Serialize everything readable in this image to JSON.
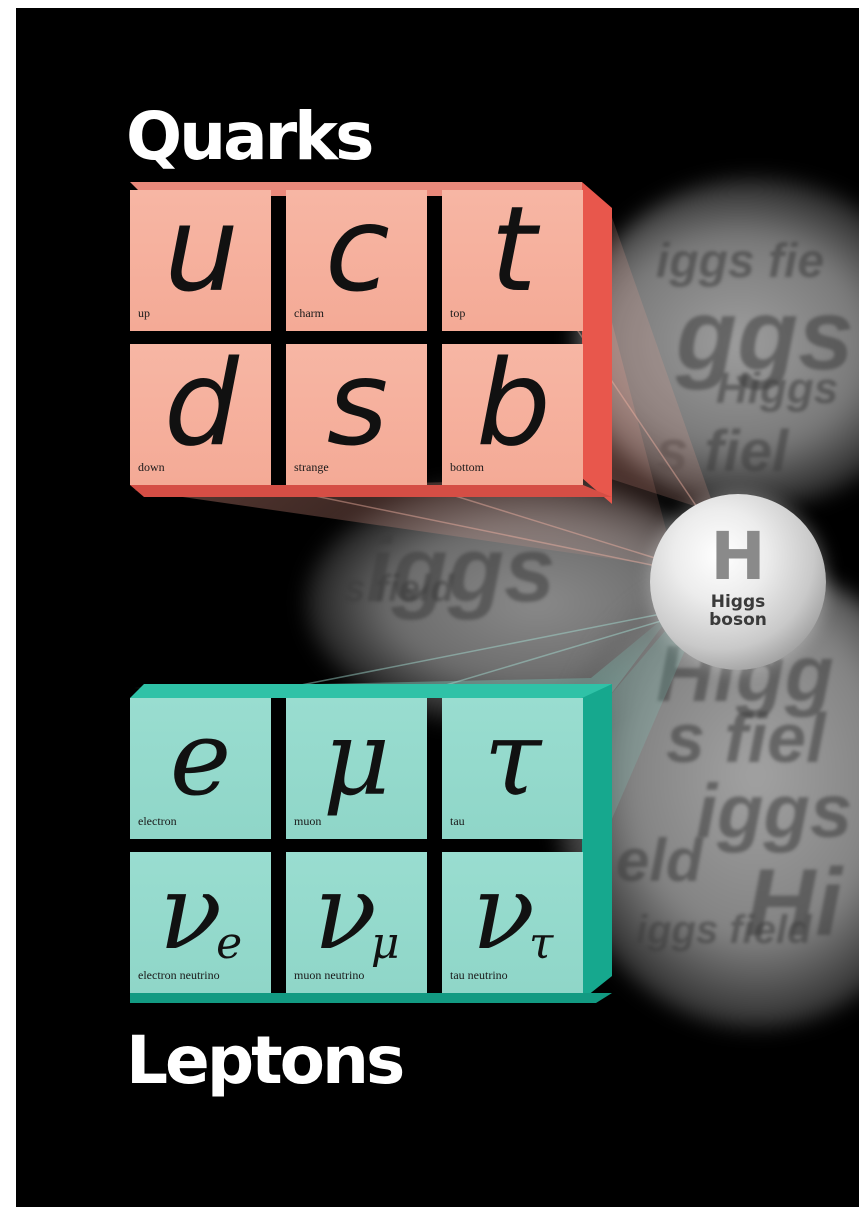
{
  "titles": {
    "quarks": "Quarks",
    "leptons": "Leptons"
  },
  "quarks": [
    {
      "symbol": "u",
      "name": "up"
    },
    {
      "symbol": "c",
      "name": "charm"
    },
    {
      "symbol": "t",
      "name": "top"
    },
    {
      "symbol": "d",
      "name": "down"
    },
    {
      "symbol": "s",
      "name": "strange"
    },
    {
      "symbol": "b",
      "name": "bottom"
    }
  ],
  "leptons": [
    {
      "symbol": "e",
      "name": "electron"
    },
    {
      "symbol": "μ",
      "name": "muon"
    },
    {
      "symbol": "τ",
      "name": "tau"
    },
    {
      "symbol": "ν",
      "sub": "e",
      "name": "electron neutrino"
    },
    {
      "symbol": "ν",
      "sub": "μ",
      "name": "muon neutrino"
    },
    {
      "symbol": "ν",
      "sub": "τ",
      "name": "tau neutrino"
    }
  ],
  "higgs": {
    "symbol": "H",
    "label": "Higgs\nboson"
  },
  "background_text": {
    "field_phrase": "Higgs field",
    "fragments": [
      "iggs fie",
      "ggs",
      "Higgs",
      "s fiel",
      "s field",
      "iggs",
      "Higg",
      "s fiel",
      "iggs",
      "eld",
      "Hi",
      "iggs field"
    ]
  },
  "colors": {
    "background": "#000000",
    "quark_face": "#f4aa96",
    "quark_side": "#e8574c",
    "lepton_face": "#8fd6c8",
    "lepton_side": "#16a88e",
    "title": "#ffffff",
    "higgs_sphere": "#d8d8d8"
  }
}
